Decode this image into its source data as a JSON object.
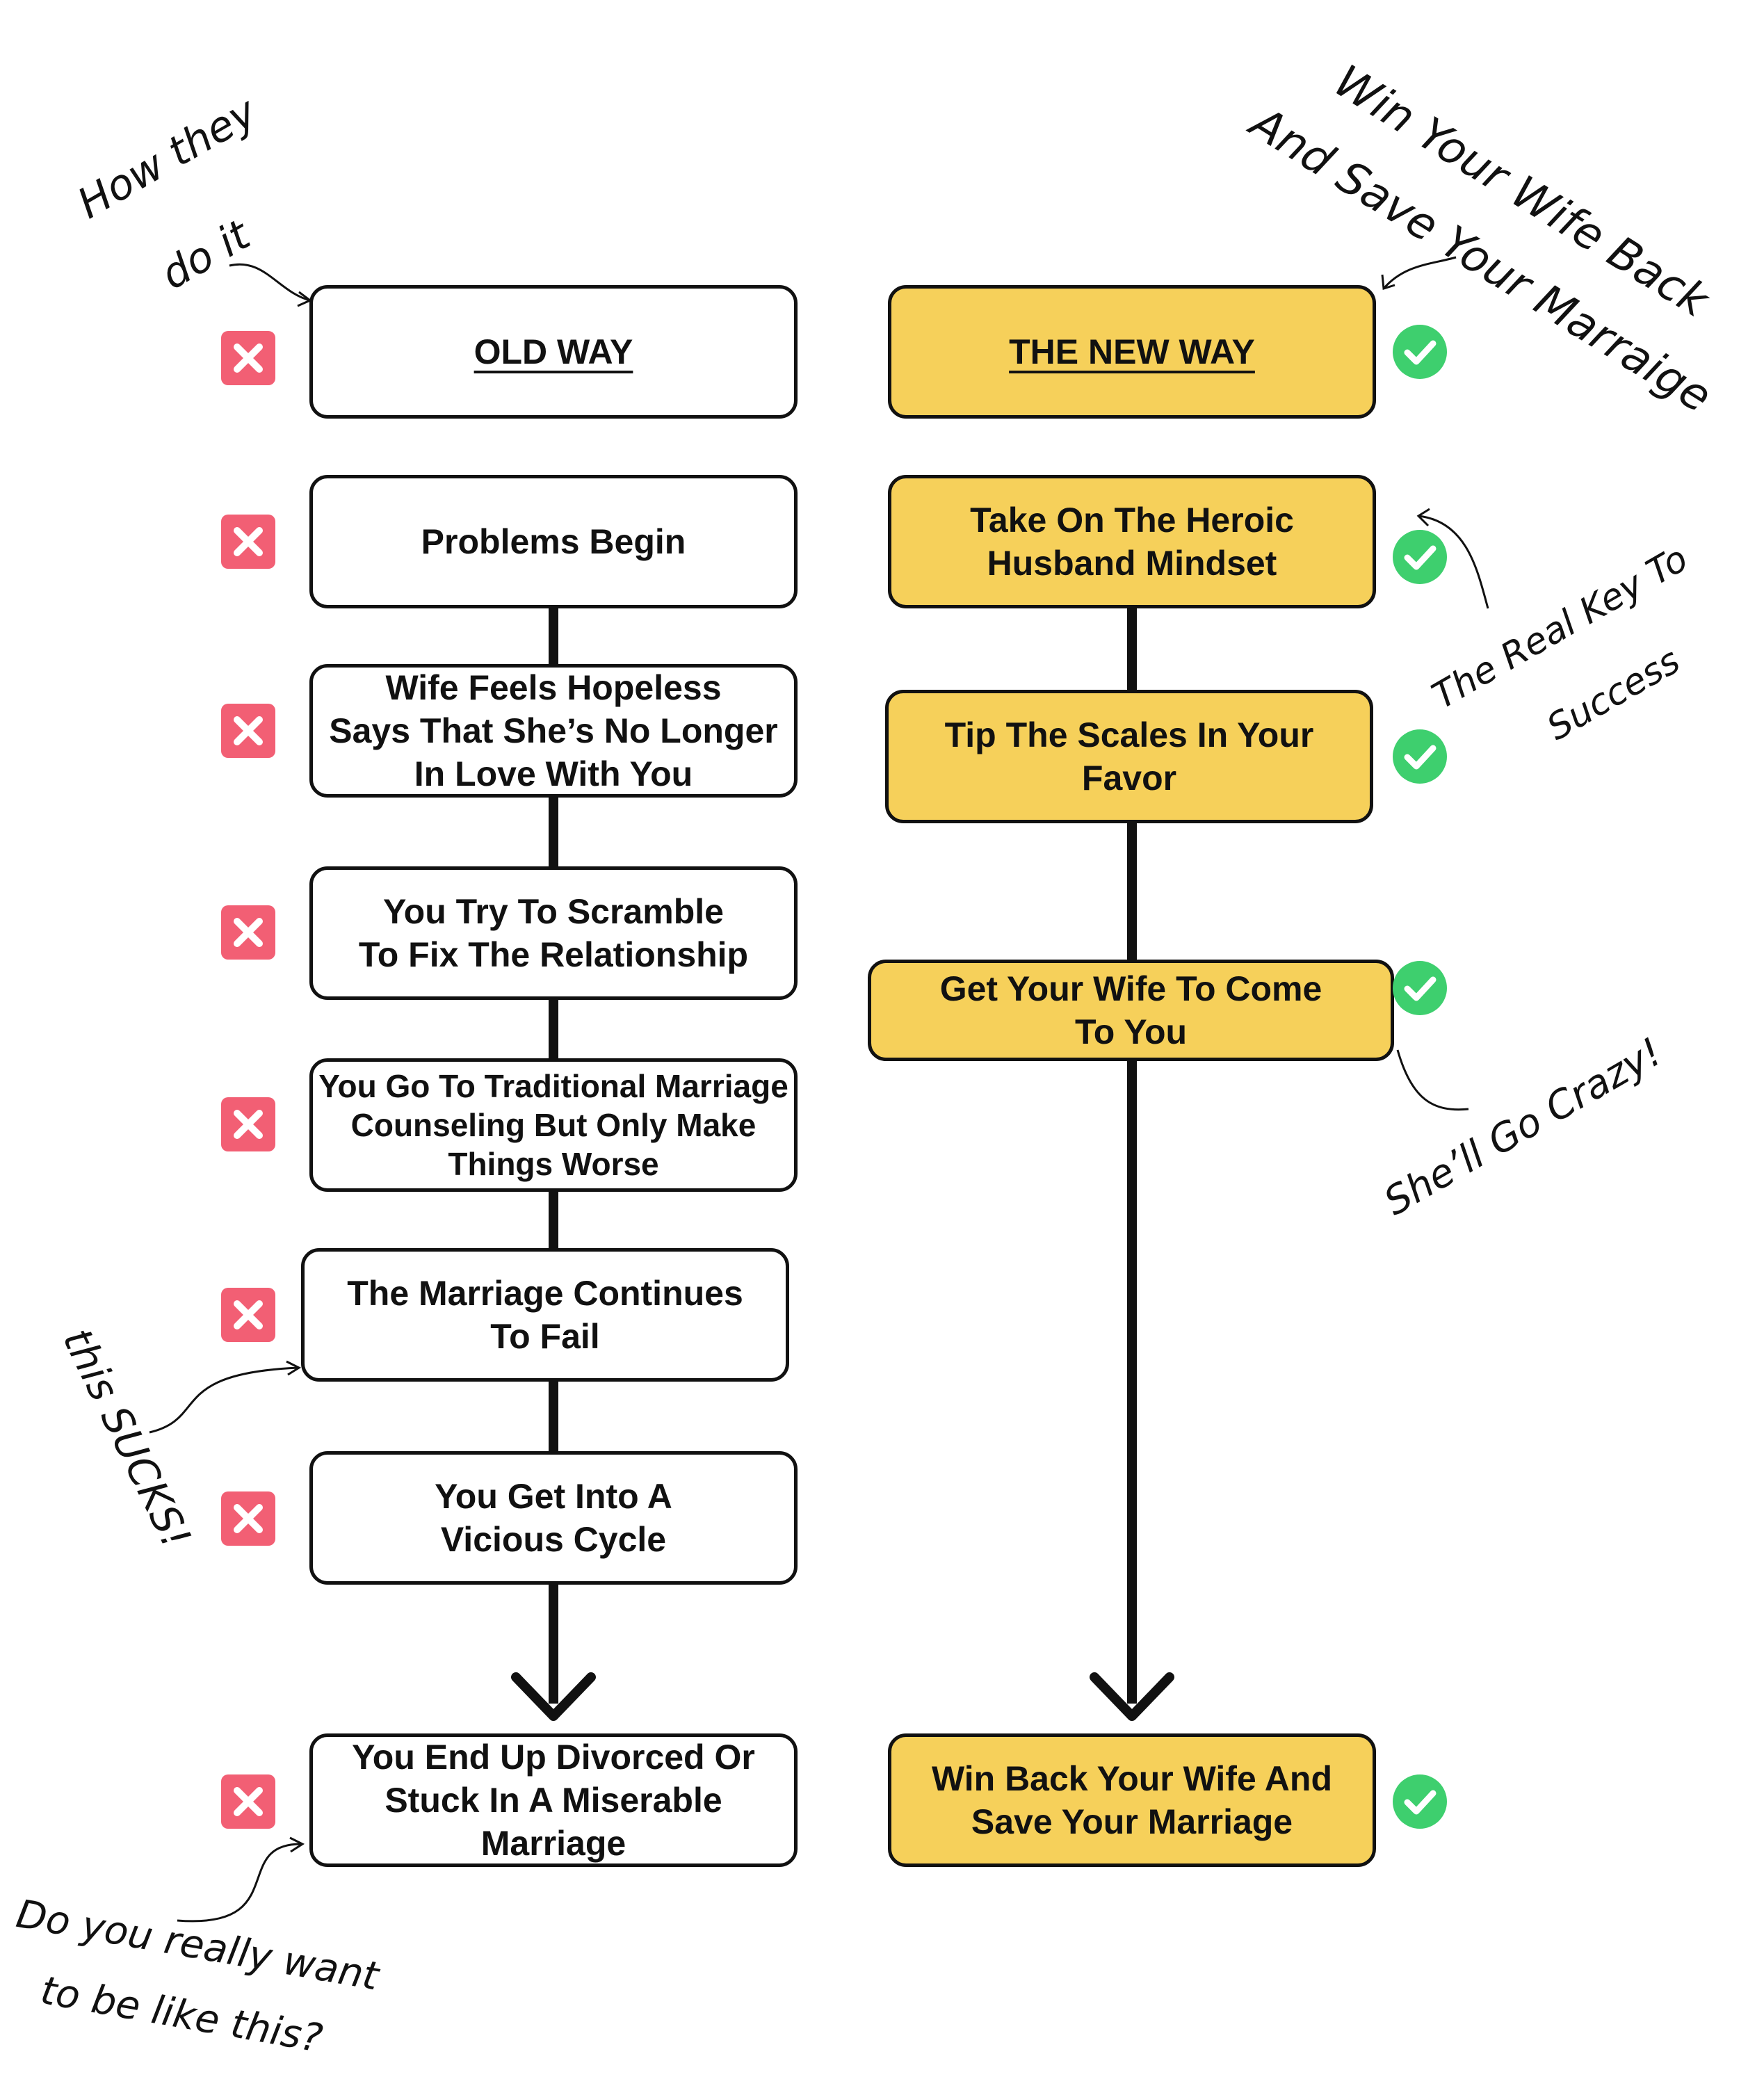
{
  "old_way": {
    "header": "OLD WAY",
    "steps": [
      "Problems Begin",
      "Wife Feels Hopeless\nSays That She’s No Longer\nIn Love With You",
      "You Try To Scramble\nTo Fix The Relationship",
      "You Go To Traditional Marriage\nCounseling But Only Make\nThings Worse",
      "The Marriage Continues\nTo Fail",
      "You Get Into A\nVicious Cycle",
      "You End Up Divorced Or\nStuck In A Miserable\nMarriage"
    ]
  },
  "new_way": {
    "header": "THE NEW WAY",
    "steps": [
      "Take On The Heroic\nHusband Mindset",
      "Tip The Scales In Your\nFavor",
      "Get Your Wife To Come\nTo You",
      "Win Back Your Wife And\nSave Your Marriage"
    ]
  },
  "annotations": {
    "how_line1": "How they",
    "how_line2": "do it",
    "win_line1": "Win Your Wife Back",
    "win_line2": "And Save Your Marraige",
    "key_line1": "The Real Key To",
    "key_line2": "Success",
    "crazy": "She’ll Go Crazy!",
    "sucks": "this SUCKS!",
    "want_line1": "Do you really want",
    "want_line2": "to be like this?"
  },
  "icons": {
    "old": "x-mark-icon",
    "new": "check-mark-icon"
  },
  "colors": {
    "new_way_fill": "#f6d05a",
    "x_icon": "#f25f74",
    "check_icon": "#3ecf6e",
    "stroke": "#111111"
  }
}
